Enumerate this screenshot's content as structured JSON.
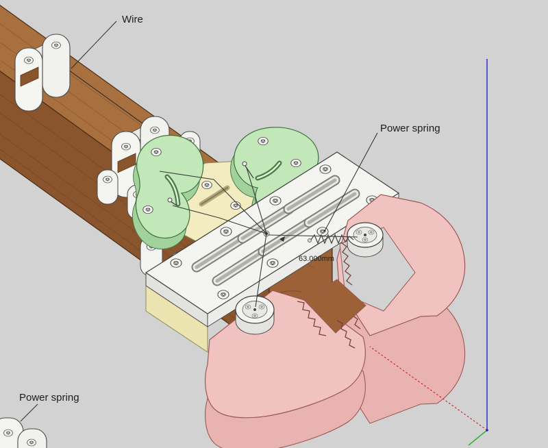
{
  "viewport": {
    "background_color": "#d2d2d2",
    "labels": {
      "wire": "Wire",
      "power_spring_top": "Power spring",
      "power_spring_bottom": "Power spring"
    },
    "dimension": {
      "value": "63.000mm"
    },
    "colors": {
      "wood_top": "#a9703f",
      "wood_side": "#8a552c",
      "wood_end": "#9c6136",
      "white_parts": "#f4f4f1",
      "green_parts": "#c2e8ba",
      "cream_parts": "#ece4b0",
      "yellow_plate": "#f2ecc0",
      "pink_parts": "#f0c3c0",
      "axis_red": "#cc2222",
      "axis_green": "#22aa22",
      "axis_blue": "#2222cc"
    }
  }
}
